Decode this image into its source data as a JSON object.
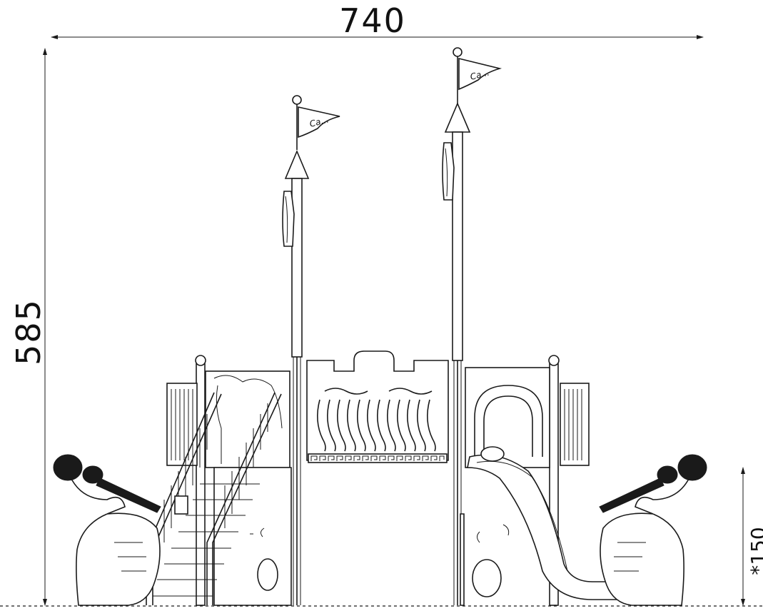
{
  "dimensions": {
    "width_label": "740",
    "height_label": "585",
    "fall_height_label": "*150"
  },
  "flags": {
    "left_text": "Ca...",
    "right_text": "Ca..."
  }
}
